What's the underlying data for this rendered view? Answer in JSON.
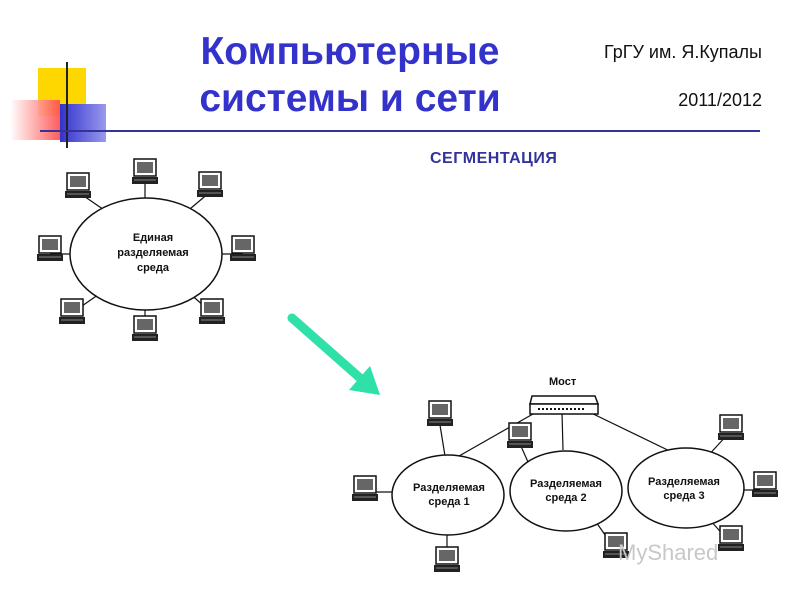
{
  "header": {
    "title_line1": "Компьютерные",
    "title_line2": "системы и сети",
    "institution": "ГрГУ им. Я.Купалы",
    "years": "2011/2012"
  },
  "slide": {
    "subtitle": "СЕГМЕНТАЦИЯ"
  },
  "diagram_top": {
    "label_lines": [
      "Единая",
      "разделяемая",
      "среда"
    ]
  },
  "diagram_bottom": {
    "bridge_label": "Мост",
    "segments": [
      {
        "lines": [
          "Разделяемая",
          "среда 1"
        ]
      },
      {
        "lines": [
          "Разделяемая",
          "среда 2"
        ]
      },
      {
        "lines": [
          "Разделяемая",
          "среда 3"
        ]
      }
    ]
  },
  "watermark": "MyShared",
  "colors": {
    "title": "#3333cc",
    "arrow": "#2fe0a8",
    "accent_yellow": "#ffd700",
    "accent_blue": "#3333cc",
    "accent_red": "#ff4b4b"
  }
}
